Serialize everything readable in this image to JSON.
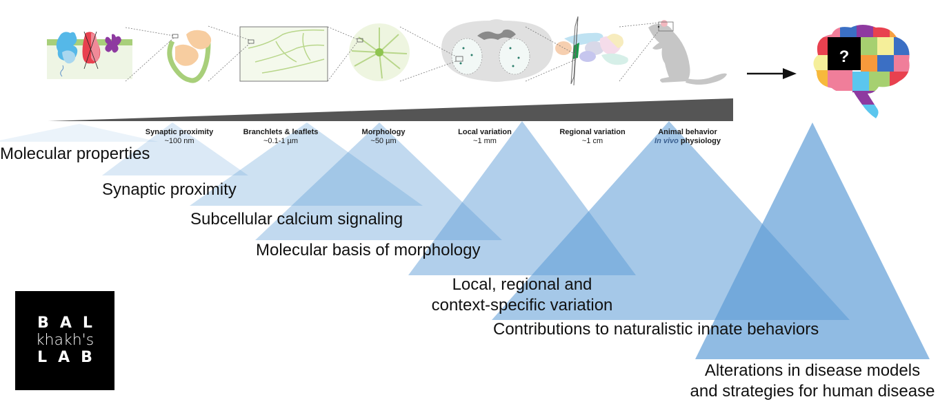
{
  "figure": {
    "title": "Astrocyte biology across spatial scales",
    "scale_levels": [
      {
        "name": "Synaptic proximity",
        "size": "~100 nm"
      },
      {
        "name": "Branchlets & leaflets",
        "size": "~0.1-1 µm"
      },
      {
        "name": "Morphology",
        "size": "~50 µm"
      },
      {
        "name": "Local variation",
        "size": "~1 mm"
      },
      {
        "name": "Regional variation",
        "size": "~1 cm"
      },
      {
        "name": "Animal behavior",
        "size_italic": "In vivo",
        "size_rest": " physiology"
      }
    ],
    "themes": [
      {
        "text": "Molecular properties"
      },
      {
        "text": "Synaptic proximity"
      },
      {
        "text": "Subcellular calcium signaling"
      },
      {
        "text": "Molecular basis of morphology"
      },
      {
        "line1": "Local, regional and",
        "line2": "context-specific variation"
      },
      {
        "text": "Contributions to naturalistic innate behaviors"
      },
      {
        "line1": "Alterations in disease models",
        "line2": "and strategies for human disease"
      }
    ],
    "illustrations": [
      "membrane-proteins-icon",
      "synapse-icon",
      "branchlets-icon",
      "astrocyte-icon",
      "brain-coronal-section-icon",
      "brain-sagittal-icon",
      "mouse-icon",
      "puzzle-brain-icon"
    ],
    "puzzle_question_mark": "?",
    "colors": {
      "triangle_blue": "#5b9bd5",
      "scale_bar": "#555555",
      "in_vivo_text": "#3a5f8f"
    }
  },
  "logo": {
    "line1": "BAL",
    "line2": "khakh's",
    "line3": "LAB"
  }
}
